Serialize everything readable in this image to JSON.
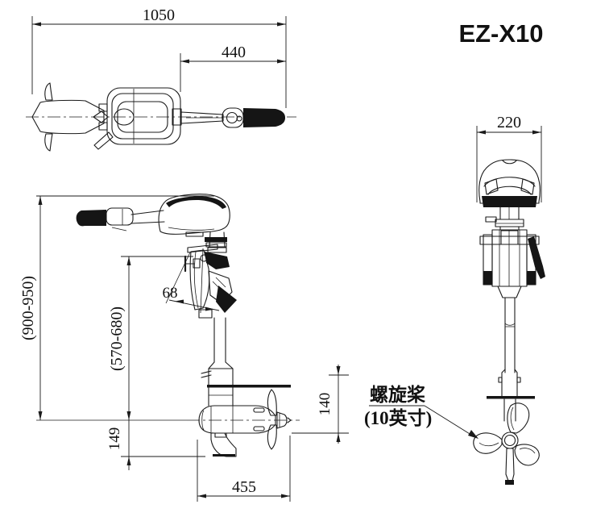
{
  "sheet": {
    "title": "EZ-X10"
  },
  "dims": {
    "top_overall": "1050",
    "top_tiller": "440",
    "front_head_width": "220",
    "side_overall_height": "(900-950)",
    "side_shaft_length": "(570-680)",
    "side_bracket_offset": "68",
    "side_skeg_depth": "149",
    "side_plate_to_center": "140",
    "side_lower_unit_length": "455"
  },
  "labels": {
    "propeller_name": "螺旋桨",
    "propeller_size": "(10英寸)"
  },
  "colors": {
    "line": "#1b1b1b",
    "background": "#ffffff"
  }
}
